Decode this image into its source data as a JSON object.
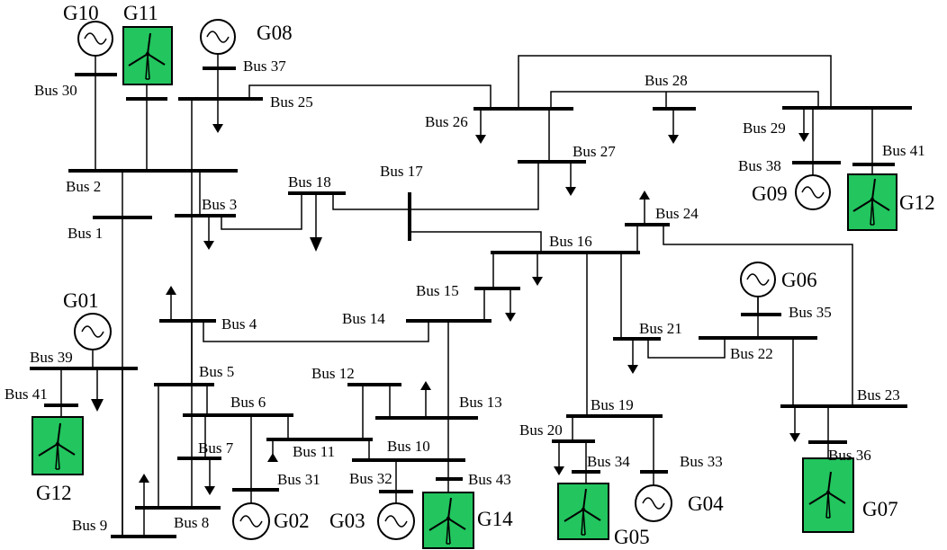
{
  "colors": {
    "wind_box": "#22c55e",
    "line": "#000000",
    "background": "#ffffff"
  },
  "buses": {
    "b1": "Bus 1",
    "b2": "Bus 2",
    "b3": "Bus 3",
    "b4": "Bus 4",
    "b5": "Bus 5",
    "b6": "Bus 6",
    "b7": "Bus 7",
    "b8": "Bus 8",
    "b9": "Bus 9",
    "b10": "Bus 10",
    "b11": "Bus 11",
    "b12": "Bus 12",
    "b13": "Bus 13",
    "b14": "Bus 14",
    "b15": "Bus 15",
    "b16": "Bus 16",
    "b17": "Bus 17",
    "b18": "Bus 18",
    "b19": "Bus 19",
    "b20": "Bus 20",
    "b21": "Bus 21",
    "b22": "Bus 22",
    "b23": "Bus 23",
    "b24": "Bus 24",
    "b25": "Bus 25",
    "b26": "Bus 26",
    "b27": "Bus 27",
    "b28": "Bus 28",
    "b29": "Bus 29",
    "b30": "Bus 30",
    "b31": "Bus 31",
    "b32": "Bus 32",
    "b33": "Bus 33",
    "b34": "Bus 34",
    "b35": "Bus 35",
    "b36": "Bus 36",
    "b37": "Bus 37",
    "b38": "Bus 38",
    "b39": "Bus 39",
    "b41_left": "Bus 41",
    "b41_right": "Bus 41",
    "b43": "Bus 43"
  },
  "generators": {
    "g01": "G01",
    "g02": "G02",
    "g03": "G03",
    "g04": "G04",
    "g05": "G05",
    "g06": "G06",
    "g07": "G07",
    "g08": "G08",
    "g09": "G09",
    "g10": "G10",
    "g11": "G11",
    "g12_left": "G12",
    "g12_right": "G12",
    "g14": "G14"
  }
}
